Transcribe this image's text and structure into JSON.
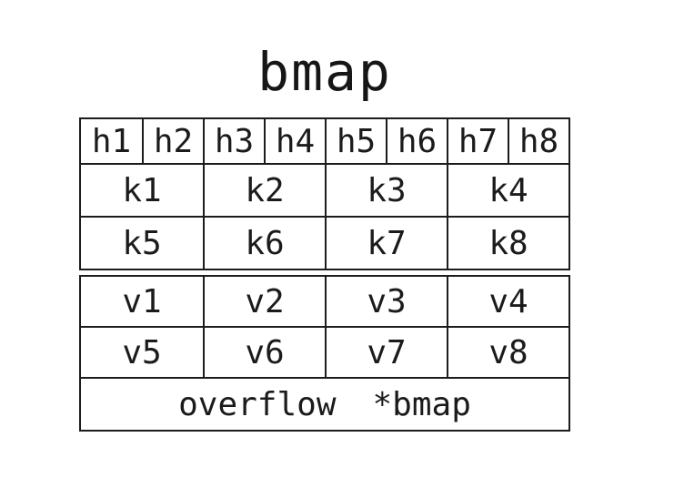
{
  "title": "bmap",
  "table": {
    "header_cells": [
      "h1",
      "h2",
      "h3",
      "h4",
      "h5",
      "h6",
      "h7",
      "h8"
    ],
    "key_rows": [
      [
        "k1",
        "k2",
        "k3",
        "k4"
      ],
      [
        "k5",
        "k6",
        "k7",
        "k8"
      ]
    ],
    "value_rows": [
      [
        "v1",
        "v2",
        "v3",
        "v4"
      ],
      [
        "v5",
        "v6",
        "v7",
        "v8"
      ]
    ],
    "overflow": {
      "label": "overflow",
      "type": "*bmap"
    }
  },
  "colors": {
    "background": "#ffffff",
    "line": "#1c1c1c",
    "text": "#1b1b1b"
  }
}
